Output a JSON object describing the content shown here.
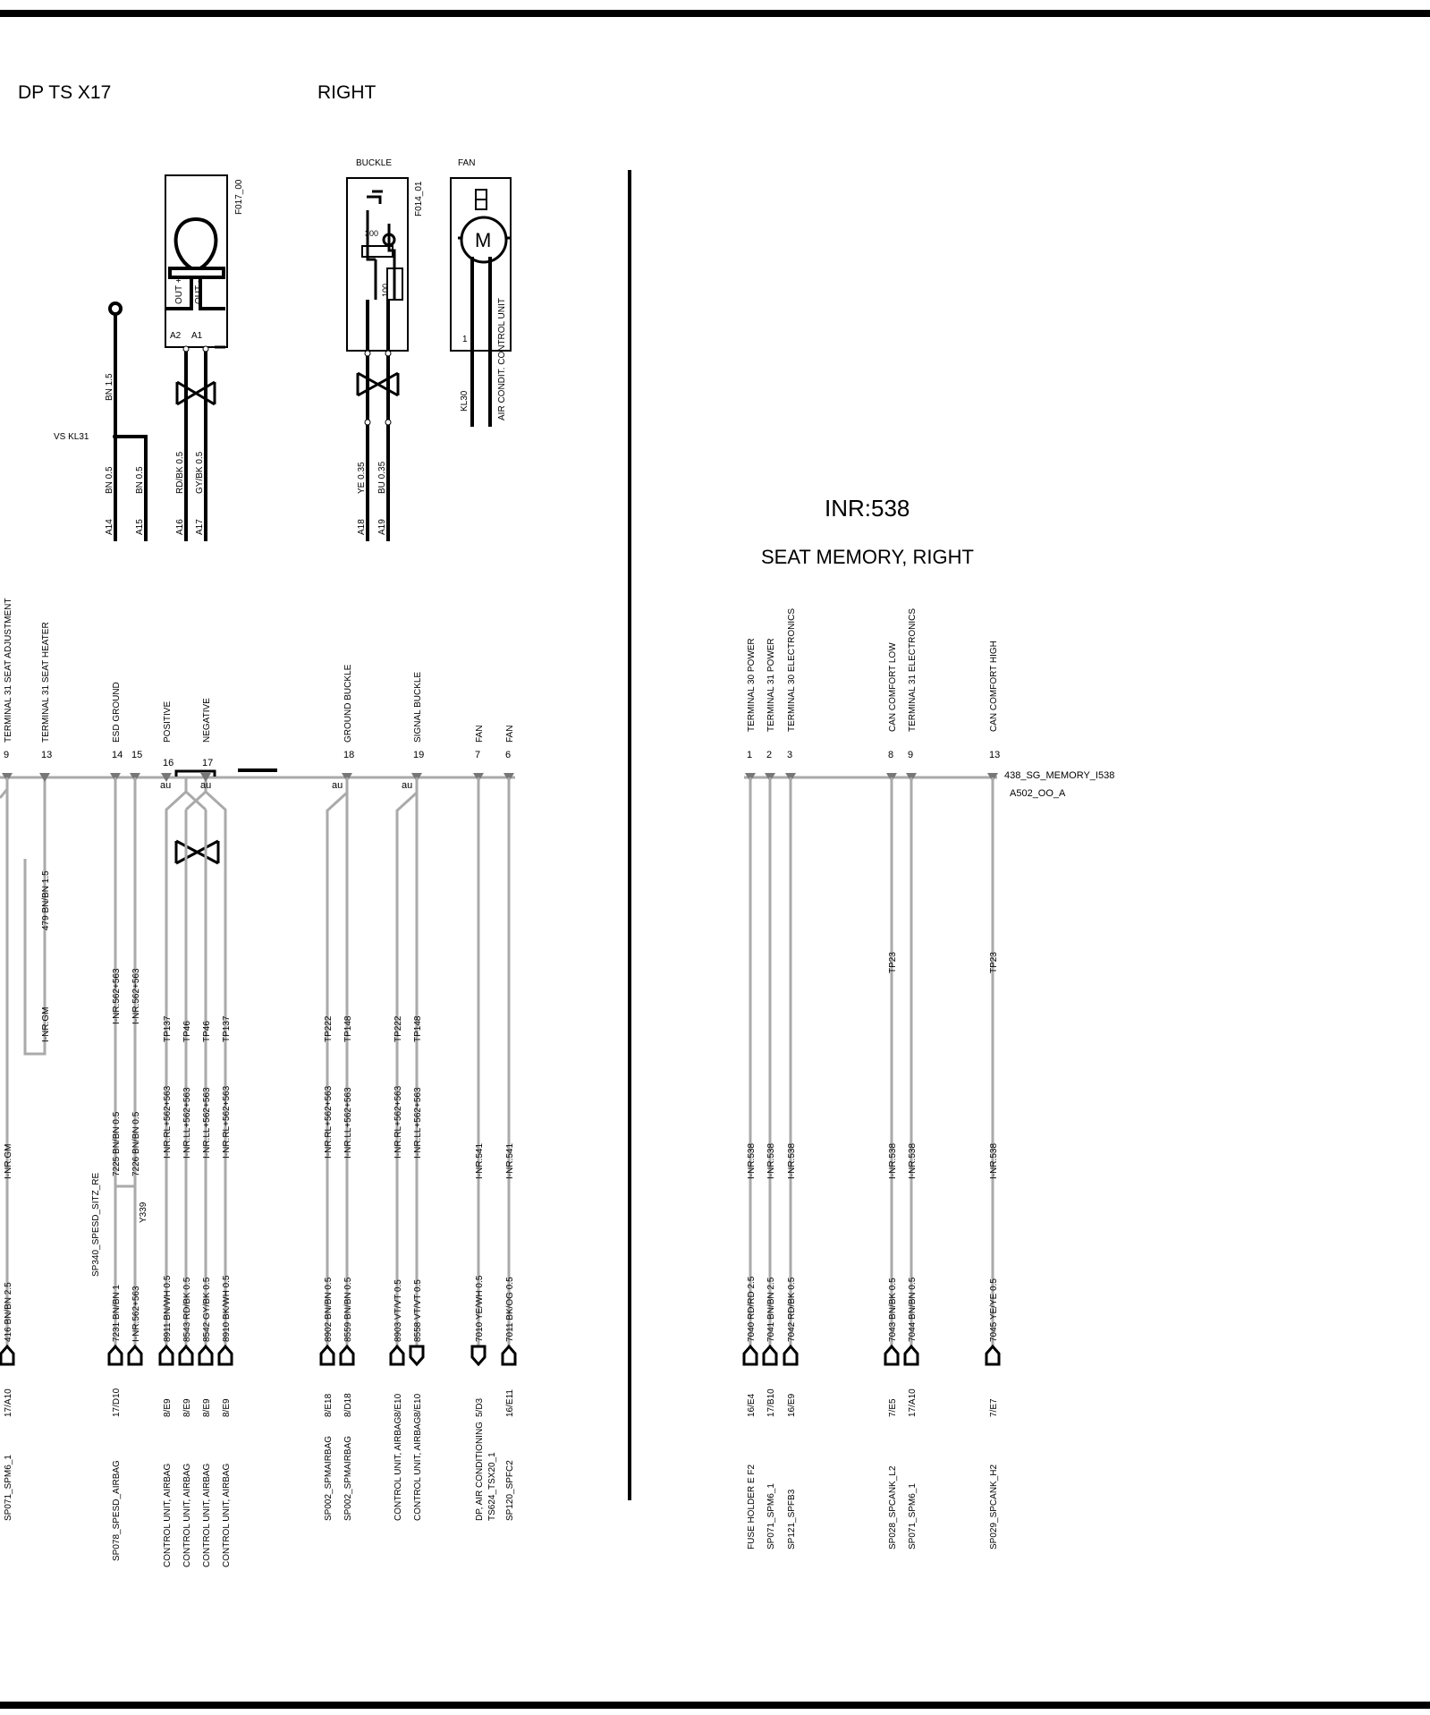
{
  "header": {
    "module": "DP TS X17",
    "side": "RIGHT"
  },
  "memory_module": {
    "inr": "INR:538",
    "title": "SEAT MEMORY, RIGHT",
    "connector_label": "438_SG_MEMORY_I538",
    "connector_sub": "A502_OO_A"
  },
  "components": {
    "seat_heater": {
      "id": "F017_00",
      "out_plus": "OUT +",
      "out_minus": "OUT -",
      "pin_a2": "A2",
      "pin_a1": "A1"
    },
    "buckle": {
      "title": "BUCKLE",
      "id": "F014_01",
      "r1": "300",
      "r2": "100"
    },
    "fan": {
      "title": "FAN",
      "motor": "M",
      "pin": "1",
      "kl30": "KL30",
      "control": "AIR CONDIT. CONTROL UNIT"
    },
    "vs_kl31": "VS KL31",
    "bn15": "BN 1.5"
  },
  "upper_wires": [
    {
      "pin": "A14",
      "wire": "BN 0.5"
    },
    {
      "pin": "A15",
      "wire": "BN 0.5"
    },
    {
      "pin": "A16",
      "wire": "RD/BK 0.5"
    },
    {
      "pin": "A17",
      "wire": "GY/BK 0.5"
    },
    {
      "pin": "A18",
      "wire": "YE 0.35"
    },
    {
      "pin": "A19",
      "wire": "BU 0.35"
    }
  ],
  "left_columns": [
    {
      "func": "TERMINAL 31  SEAT ADJUSTMENT",
      "pin": "9",
      "inr": "I-NR.GM",
      "wire": "416 BN/BN 2.5",
      "ref": "17/A10",
      "dest": "SP071_SPM6_1"
    },
    {
      "func": "TERMINAL 31   SEAT HEATER",
      "pin": "13",
      "wire_a": "479 BN/BN 1.5",
      "inr_a": "I-NR.GM"
    },
    {
      "func": "ESD     GROUND",
      "pin": "14",
      "inr_a": "I-NR.562+563",
      "wire_b": "7225 BN/BN 0.5",
      "wire": "7231 BN/BN 1",
      "ref": "17/D10",
      "dest": "SP078_SPESD_AIRBAG"
    },
    {
      "pin": "15",
      "inr_a": "I-NR.562+563",
      "wire_b": "7226 BN/BN 0.5",
      "side": "Y339",
      "wire": "I-NR.562+563"
    },
    {
      "func": "POSITIVE",
      "pin": "16",
      "tp": "TP137",
      "inr": "I-NR.RL+562+563",
      "wire": "8911 BN/WH 0.5",
      "ref": "8/E9",
      "dest": "CONTROL UNIT, AIRBAG"
    },
    {
      "pin": "",
      "tp": "TP46",
      "inr": "I-NR.LL+562+563",
      "wire": "8543 RD/BK 0.5",
      "ref": "8/E9",
      "dest": "CONTROL UNIT, AIRBAG"
    },
    {
      "func": "NEGATIVE",
      "pin": "17",
      "tp": "TP46",
      "inr": "I-NR.LL+562+563",
      "wire": "8542 GY/BK 0.5",
      "ref": "8/E9",
      "dest": "CONTROL UNIT, AIRBAG"
    },
    {
      "pin": "",
      "tp": "TP137",
      "inr": "I-NR.RL+562+563",
      "wire": "8910 BK/WH 0.5",
      "ref": "8/E9",
      "dest": "CONTROL UNIT, AIRBAG"
    },
    {
      "pin": "",
      "tp": "TP222",
      "inr": "I-NR.RL+562+563",
      "wire": "8902 BN/BN 0.5",
      "ref": "8/E18",
      "dest": "SP002_SPMAIRBAG"
    },
    {
      "func": "GROUND  BUCKLE",
      "pin": "18",
      "tp": "TP148",
      "inr": "I-NR.LL+562+563",
      "wire": "8559 BN/BN 0.5",
      "ref": "8/D18",
      "dest": "SP002_SPMAIRBAG"
    },
    {
      "pin": "",
      "tp": "TP222",
      "inr": "I-NR.RL+562+563",
      "wire": "8903 VT/VT 0.5",
      "ref": "8/E10",
      "dest": "CONTROL UNIT, AIRBAG"
    },
    {
      "func": "SIGNAL   BUCKLE",
      "pin": "19",
      "tp": "TP148",
      "inr": "I-NR.LL+562+563",
      "wire": "8558 VT/VT 0.5",
      "ref": "8/E10",
      "dest": "CONTROL UNIT, AIRBAG"
    },
    {
      "func": "FAN",
      "pin": "7",
      "inr": "I-NR.541",
      "wire": "7010 YE/WH 0.5",
      "ref": "5/D3",
      "dest": "DP, AIR CONDITIONING",
      "dest2": "TS624_TSX20_1"
    },
    {
      "func": "FAN",
      "pin": "6",
      "inr": "I-NR.541",
      "wire": "7011 BK/OG 0.5",
      "ref": "16/E11",
      "dest": "SP120_SPFC2"
    }
  ],
  "sp340": "SP340_SPESD_SITZ_RE",
  "au": "au",
  "right_columns": [
    {
      "func": "TERMINAL 30 POWER",
      "pin": "1",
      "inr": "I-NR.538",
      "wire": "7040 RD/RD 2.5",
      "ref": "16/E4",
      "dest": "FUSE HOLDER E  F2"
    },
    {
      "func": "TERMINAL 31 POWER",
      "pin": "2",
      "inr": "I-NR.538",
      "wire": "7041 BN/BN 2.5",
      "ref": "17/B10",
      "dest": "SP071_SPM6_1"
    },
    {
      "func": "TERMINAL 30 ELECTRONICS",
      "pin": "3",
      "inr": "I-NR.538",
      "wire": "7042 RD/BK 0.5",
      "ref": "16/E9",
      "dest": "SP121_SPFB3"
    },
    {
      "func": "CAN COMFORT LOW",
      "pin": "8",
      "tp": "TP23",
      "inr": "I-NR.538",
      "wire": "7043 BN/BK 0.5",
      "ref": "7/E5",
      "dest": "SP028_SPCANK_L2"
    },
    {
      "func": "TERMINAL 31  ELECTRONICS",
      "pin": "9",
      "inr": "I-NR.538",
      "wire": "7044 BN/BN 0.5",
      "ref": "17/A10",
      "dest": "SP071_SPM6_1"
    },
    {
      "func": "CAN COMFORT HIGH",
      "pin": "13",
      "tp": "TP23",
      "inr": "I-NR.538",
      "wire": "7045 YE/YE 0.5",
      "ref": "7/E7",
      "dest": "SP029_SPCANK_H2"
    }
  ]
}
